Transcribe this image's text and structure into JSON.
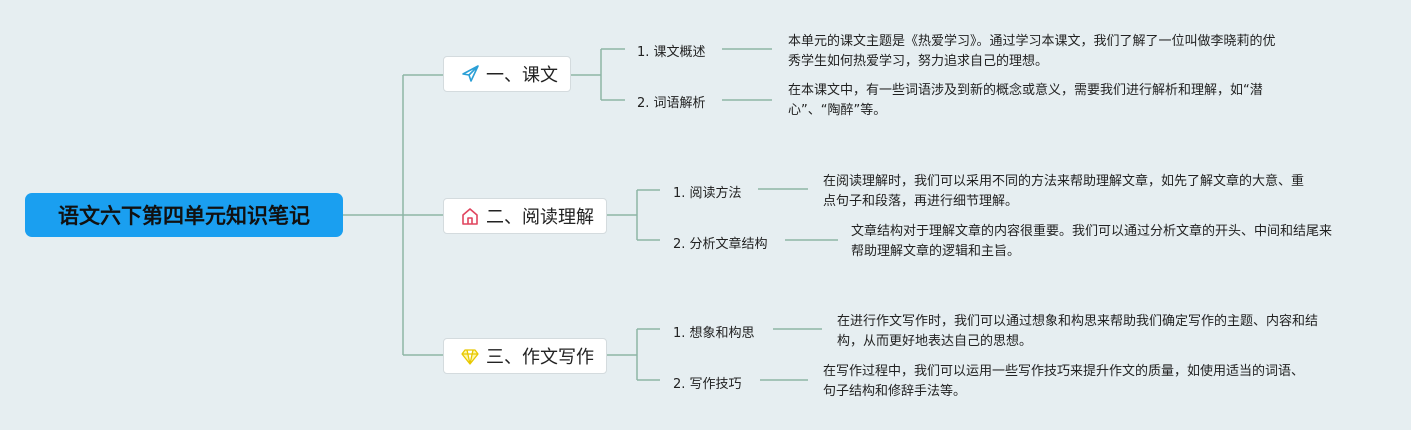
{
  "root": {
    "title": "语文六下第四单元知识笔记"
  },
  "branches": [
    {
      "label": "一、课文",
      "icon": "paper-plane-icon",
      "items": [
        {
          "label": "1. 课文概述",
          "detail": "本单元的课文主题是《热爱学习》。通过学习本课文，我们了解了一位叫做李晓莉的优秀学生如何热爱学习，努力追求自己的理想。"
        },
        {
          "label": "2. 词语解析",
          "detail": "在本课文中，有一些词语涉及到新的概念或意义，需要我们进行解析和理解，如“潜心”、“陶醉”等。"
        }
      ]
    },
    {
      "label": "二、阅读理解",
      "icon": "home-icon",
      "items": [
        {
          "label": "1. 阅读方法",
          "detail": "在阅读理解时，我们可以采用不同的方法来帮助理解文章，如先了解文章的大意、重点句子和段落，再进行细节理解。"
        },
        {
          "label": "2. 分析文章结构",
          "detail": "文章结构对于理解文章的内容很重要。我们可以通过分析文章的开头、中间和结尾来帮助理解文章的逻辑和主旨。"
        }
      ]
    },
    {
      "label": "三、作文写作",
      "icon": "diamond-icon",
      "items": [
        {
          "label": "1. 想象和构思",
          "detail": "在进行作文写作时，我们可以通过想象和构思来帮助我们确定写作的主题、内容和结构，从而更好地表达自己的思想。"
        },
        {
          "label": "2. 写作技巧",
          "detail": "在写作过程中，我们可以运用一些写作技巧来提升作文的质量，如使用适当的词语、句子结构和修辞手法等。"
        }
      ]
    }
  ],
  "colors": {
    "root": "#1a9ff0",
    "line": "#8db5a6"
  }
}
